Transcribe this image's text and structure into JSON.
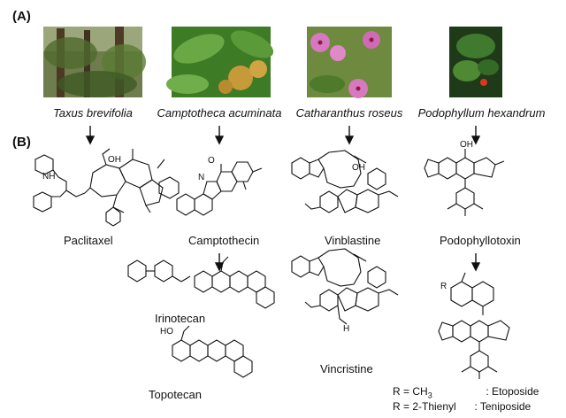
{
  "panels": {
    "a": "(A)",
    "b": "(B)"
  },
  "plants": [
    {
      "species": "Taxus brevifolia",
      "color": "#5d7040"
    },
    {
      "species": "Camptotheca acuminata",
      "color": "#4f8a2c"
    },
    {
      "species": "Catharanthus roseus",
      "color": "#c86ab0"
    },
    {
      "species": "Podophyllum hexandrum",
      "color": "#2f5e24"
    }
  ],
  "compounds": {
    "paclitaxel": "Paclitaxel",
    "camptothecin": "Camptothecin",
    "irinotecan": "Irinotecan",
    "topotecan": "Topotecan",
    "vinblastine": "Vinblastine",
    "vincristine": "Vincristine",
    "podophyllotoxin": "Podophyllotoxin"
  },
  "substituents": {
    "etoposide": {
      "lhs": "R = CH",
      "sub": "3",
      "rhs": ": Etoposide"
    },
    "teniposide": {
      "lhs": "R = 2-Thienyl",
      "rhs": ": Teniposide"
    }
  },
  "atom_labels": {
    "o": "O",
    "oh": "OH",
    "ho": "HO",
    "nh": "NH",
    "n": "N",
    "h": "H",
    "r": "R"
  }
}
